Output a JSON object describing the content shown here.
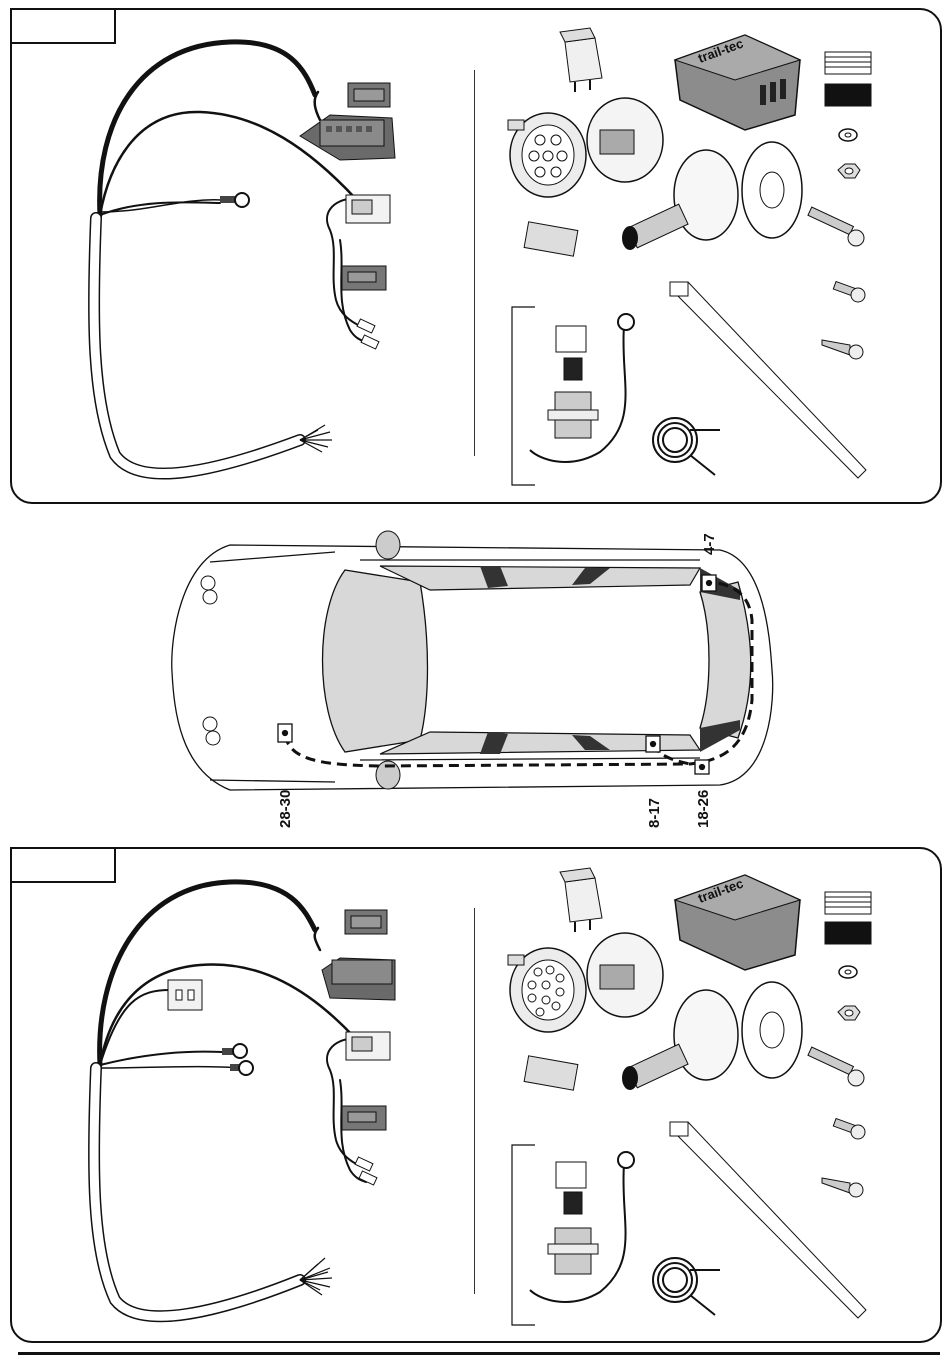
{
  "top_panel": {
    "tab_label": "",
    "brand_text": "trail-tec"
  },
  "car_diagram": {
    "labels": [
      "4-7",
      "28-30",
      "8-17",
      "18-26"
    ]
  },
  "bottom_panel": {
    "tab_label": "",
    "brand_text": "trail-tec"
  }
}
